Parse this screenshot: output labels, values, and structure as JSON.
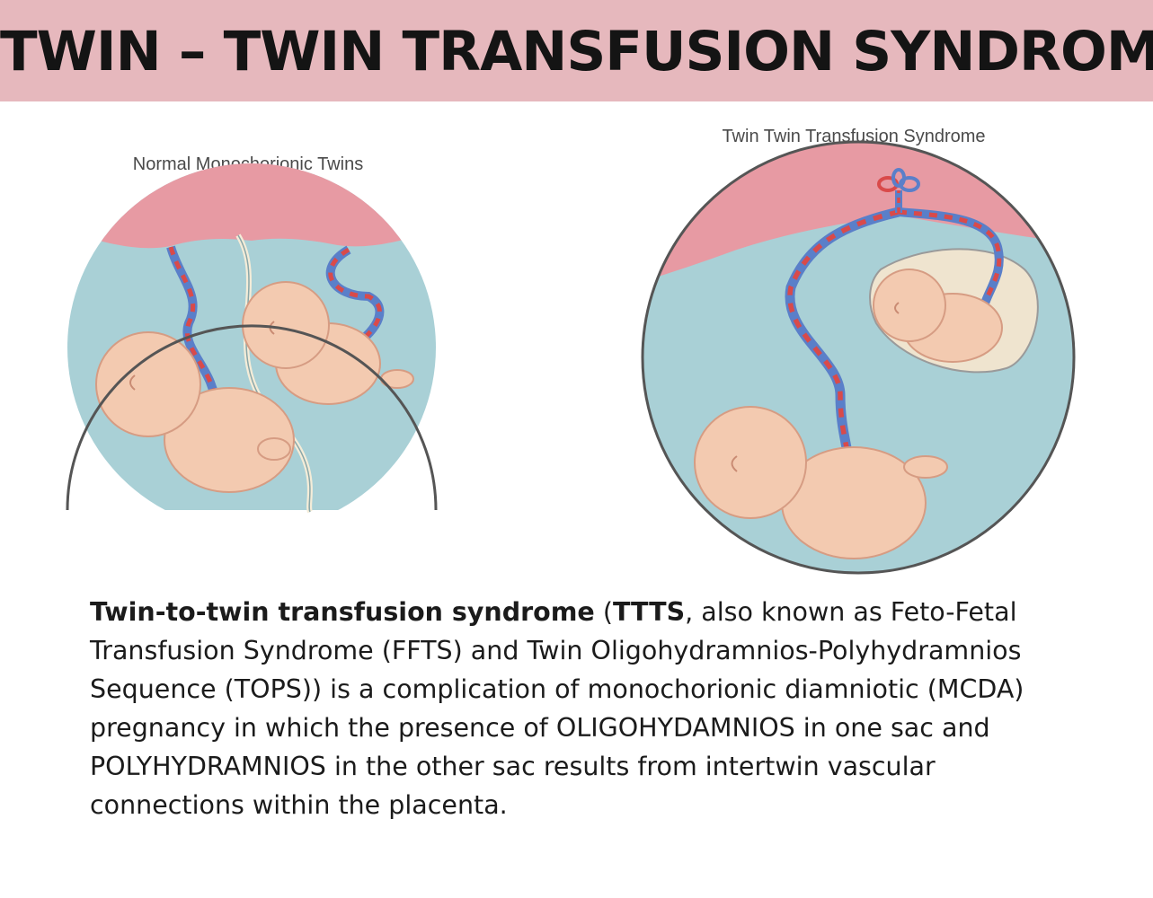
{
  "title": "TWIN – TWIN  TRANSFUSION SYNDROME",
  "colors": {
    "title_band": "#e6b8bd",
    "fluid": "#a9d0d6",
    "placenta": "#e79aa3",
    "skin": "#f3cab0",
    "artery": "#d94a4a",
    "vein": "#5a7fc9"
  },
  "diagrams": {
    "normal_caption": "Normal Monochorionic Twins",
    "ttts_caption": "Twin Twin Transfusion Syndrome"
  },
  "paragraph": {
    "l1_b1": "Twin-to-twin transfusion syndrome",
    "l1_t1": " (",
    "l1_b2": "TTTS",
    "l1_t2": ", also known as Feto-Fetal",
    "l2": "Transfusion Syndrome (FFTS) and Twin Oligohydramnios-Polyhydramnios",
    "l3": "Sequence (TOPS)) is a complication of monochorionic diamniotic (MCDA)",
    "l4": "pregnancy in which the presence of OLIGOHYDAMNIOS in one sac and",
    "l5": "POLYHYDRAMNIOS in the other sac results from intertwin vascular",
    "l6": "connections within the placenta."
  }
}
